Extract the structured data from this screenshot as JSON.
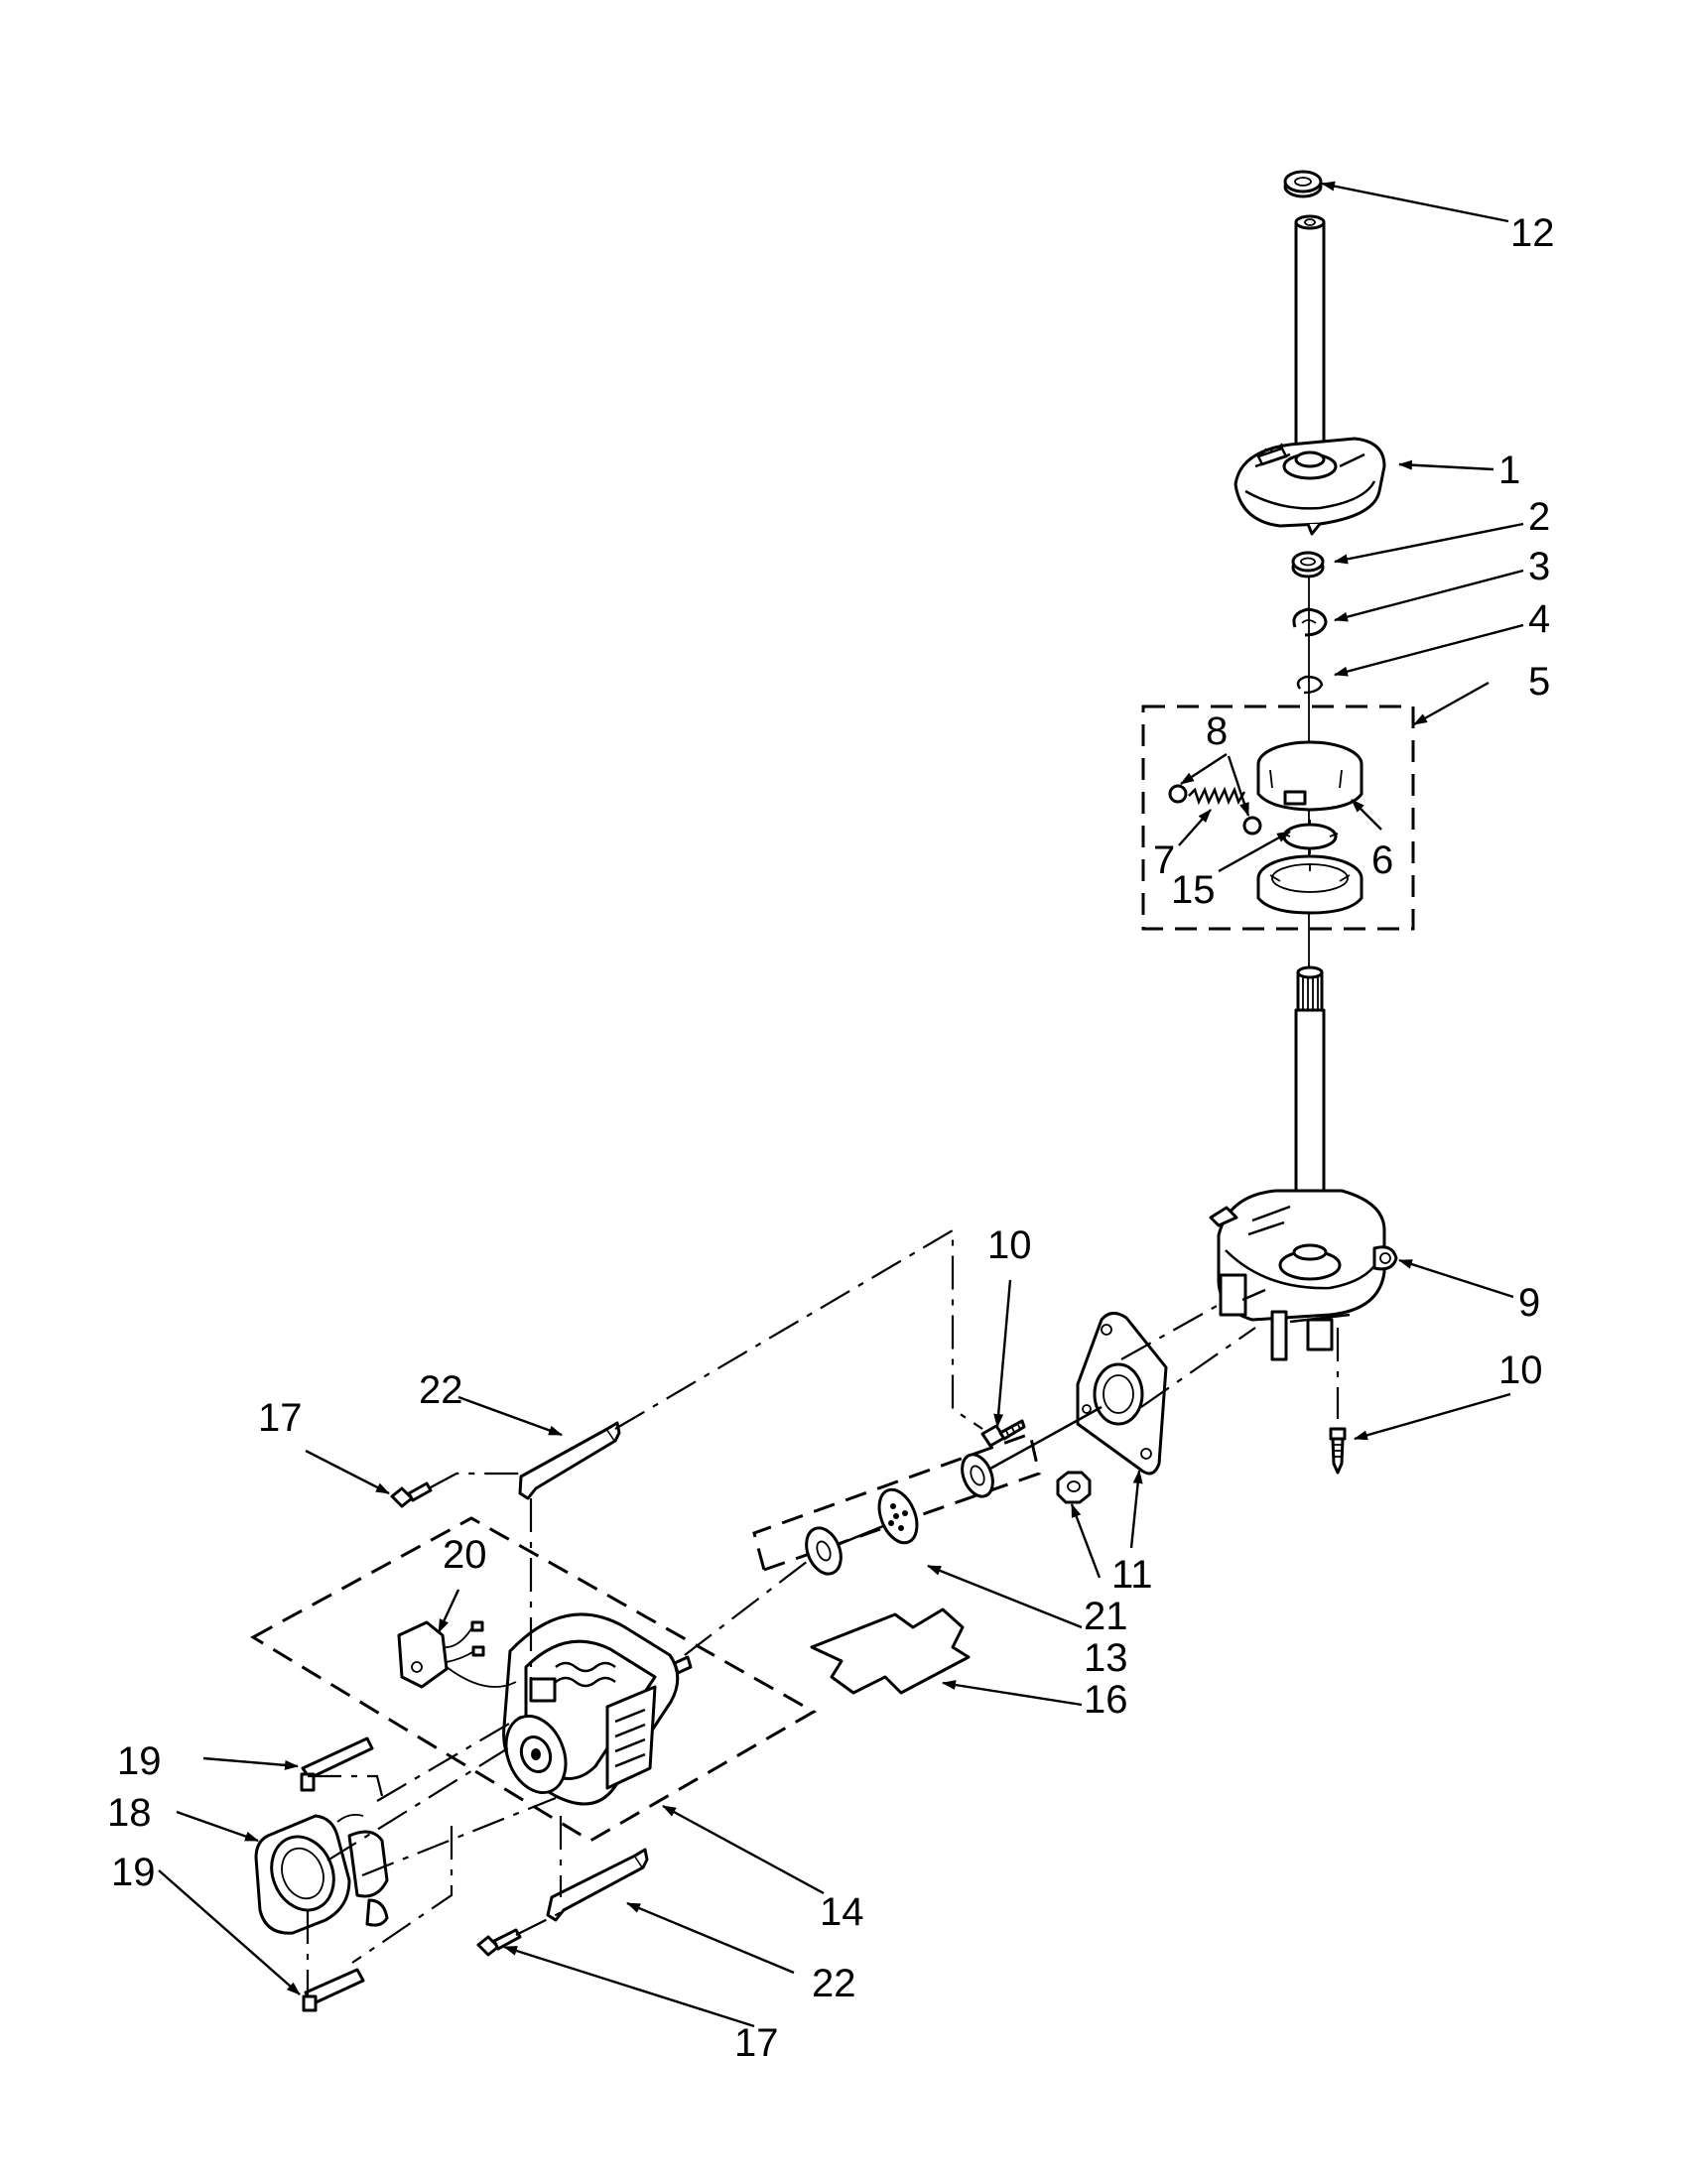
{
  "callouts": [
    {
      "id": "c1",
      "label": "1"
    },
    {
      "id": "c2",
      "label": "2"
    },
    {
      "id": "c3",
      "label": "3"
    },
    {
      "id": "c4",
      "label": "4"
    },
    {
      "id": "c5",
      "label": "5"
    },
    {
      "id": "c6",
      "label": "6"
    },
    {
      "id": "c7",
      "label": "7"
    },
    {
      "id": "c8",
      "label": "8"
    },
    {
      "id": "c9",
      "label": "9"
    },
    {
      "id": "c10a",
      "label": "10"
    },
    {
      "id": "c10b",
      "label": "10"
    },
    {
      "id": "c11",
      "label": "11"
    },
    {
      "id": "c12",
      "label": "12"
    },
    {
      "id": "c13",
      "label": "13"
    },
    {
      "id": "c14",
      "label": "14"
    },
    {
      "id": "c15",
      "label": "15"
    },
    {
      "id": "c16",
      "label": "16"
    },
    {
      "id": "c17a",
      "label": "17"
    },
    {
      "id": "c17b",
      "label": "17"
    },
    {
      "id": "c18",
      "label": "18"
    },
    {
      "id": "c19a",
      "label": "19"
    },
    {
      "id": "c19b",
      "label": "19"
    },
    {
      "id": "c20",
      "label": "20"
    },
    {
      "id": "c21",
      "label": "21"
    },
    {
      "id": "c22a",
      "label": "22"
    },
    {
      "id": "c22b",
      "label": "22"
    }
  ]
}
